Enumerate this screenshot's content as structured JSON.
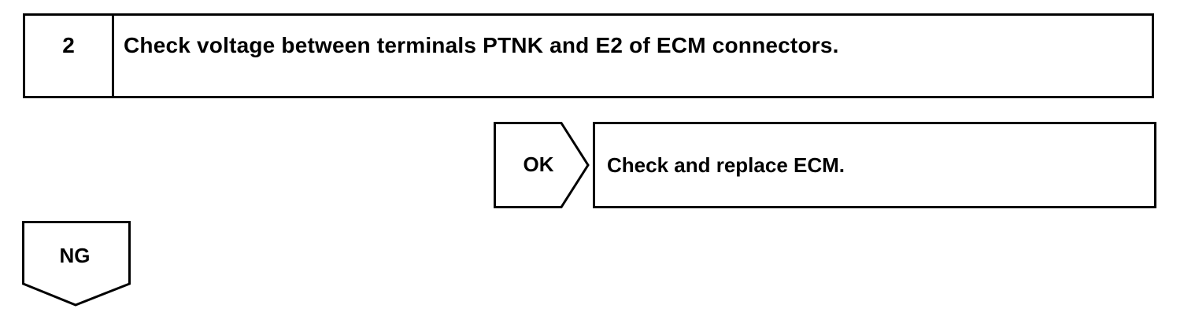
{
  "step": {
    "number": "2",
    "title": "Check voltage between terminals PTNK and E2 of ECM connectors."
  },
  "ok_branch": {
    "label": "OK",
    "action": "Check and replace ECM."
  },
  "ng_branch": {
    "label": "NG"
  }
}
